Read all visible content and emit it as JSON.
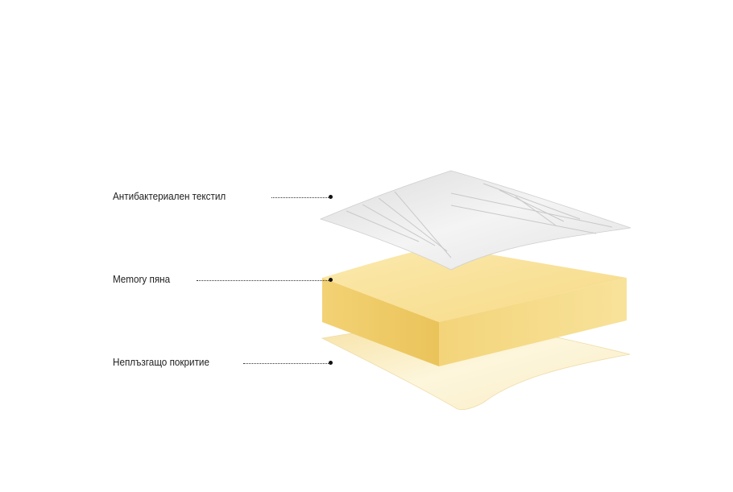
{
  "layers": [
    {
      "label": "Антибактериален текстил",
      "color": "#e9e9e9"
    },
    {
      "label": "Memory пяна",
      "color": "#f6dc8a"
    },
    {
      "label": "Неплъзгащо покритие",
      "color": "#faf0cf"
    }
  ]
}
